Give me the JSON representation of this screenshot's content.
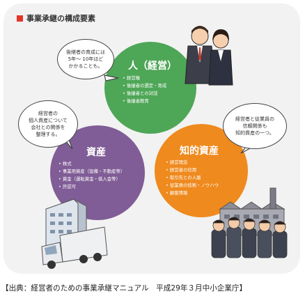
{
  "title": "事業承継の構成要素",
  "colors": {
    "green": "#4ea657",
    "purple": "#805d96",
    "orange": "#ef8a1e",
    "title_marker": "#e5362b"
  },
  "circles": {
    "people": {
      "title": "人（経営）",
      "items": [
        "経営権",
        "後継者の選定・育成",
        "後継者との対話",
        "後継者教育"
      ]
    },
    "assets": {
      "title": "資産",
      "items": [
        "株式",
        "事業用資産（設備・不動産等）",
        "資金（運転資金・借入金等）",
        "許認可"
      ]
    },
    "intellectual": {
      "title": "知的資産",
      "items": [
        "経営理念",
        "経営者の信用",
        "取引先との人脈",
        "従業員の技術・ノウハウ",
        "顧客情報"
      ]
    }
  },
  "bubbles": {
    "top": [
      "後継者の育成には",
      "5年～ 10年ほど",
      "かかることも。"
    ],
    "left": [
      "経営者の",
      "個人資産について",
      "会社との関係を",
      "整理する。"
    ],
    "right": [
      "経営者と従業員の",
      "信頼関係も",
      "知的資産の一つ。"
    ]
  },
  "illustrations": [
    "businesspeople-icon",
    "building-icon",
    "truck-icon",
    "factory-icon",
    "employees-icon"
  ],
  "caption": "【出典：経営者のための事業承継マニュアル　平成29年３月中小企業庁】"
}
